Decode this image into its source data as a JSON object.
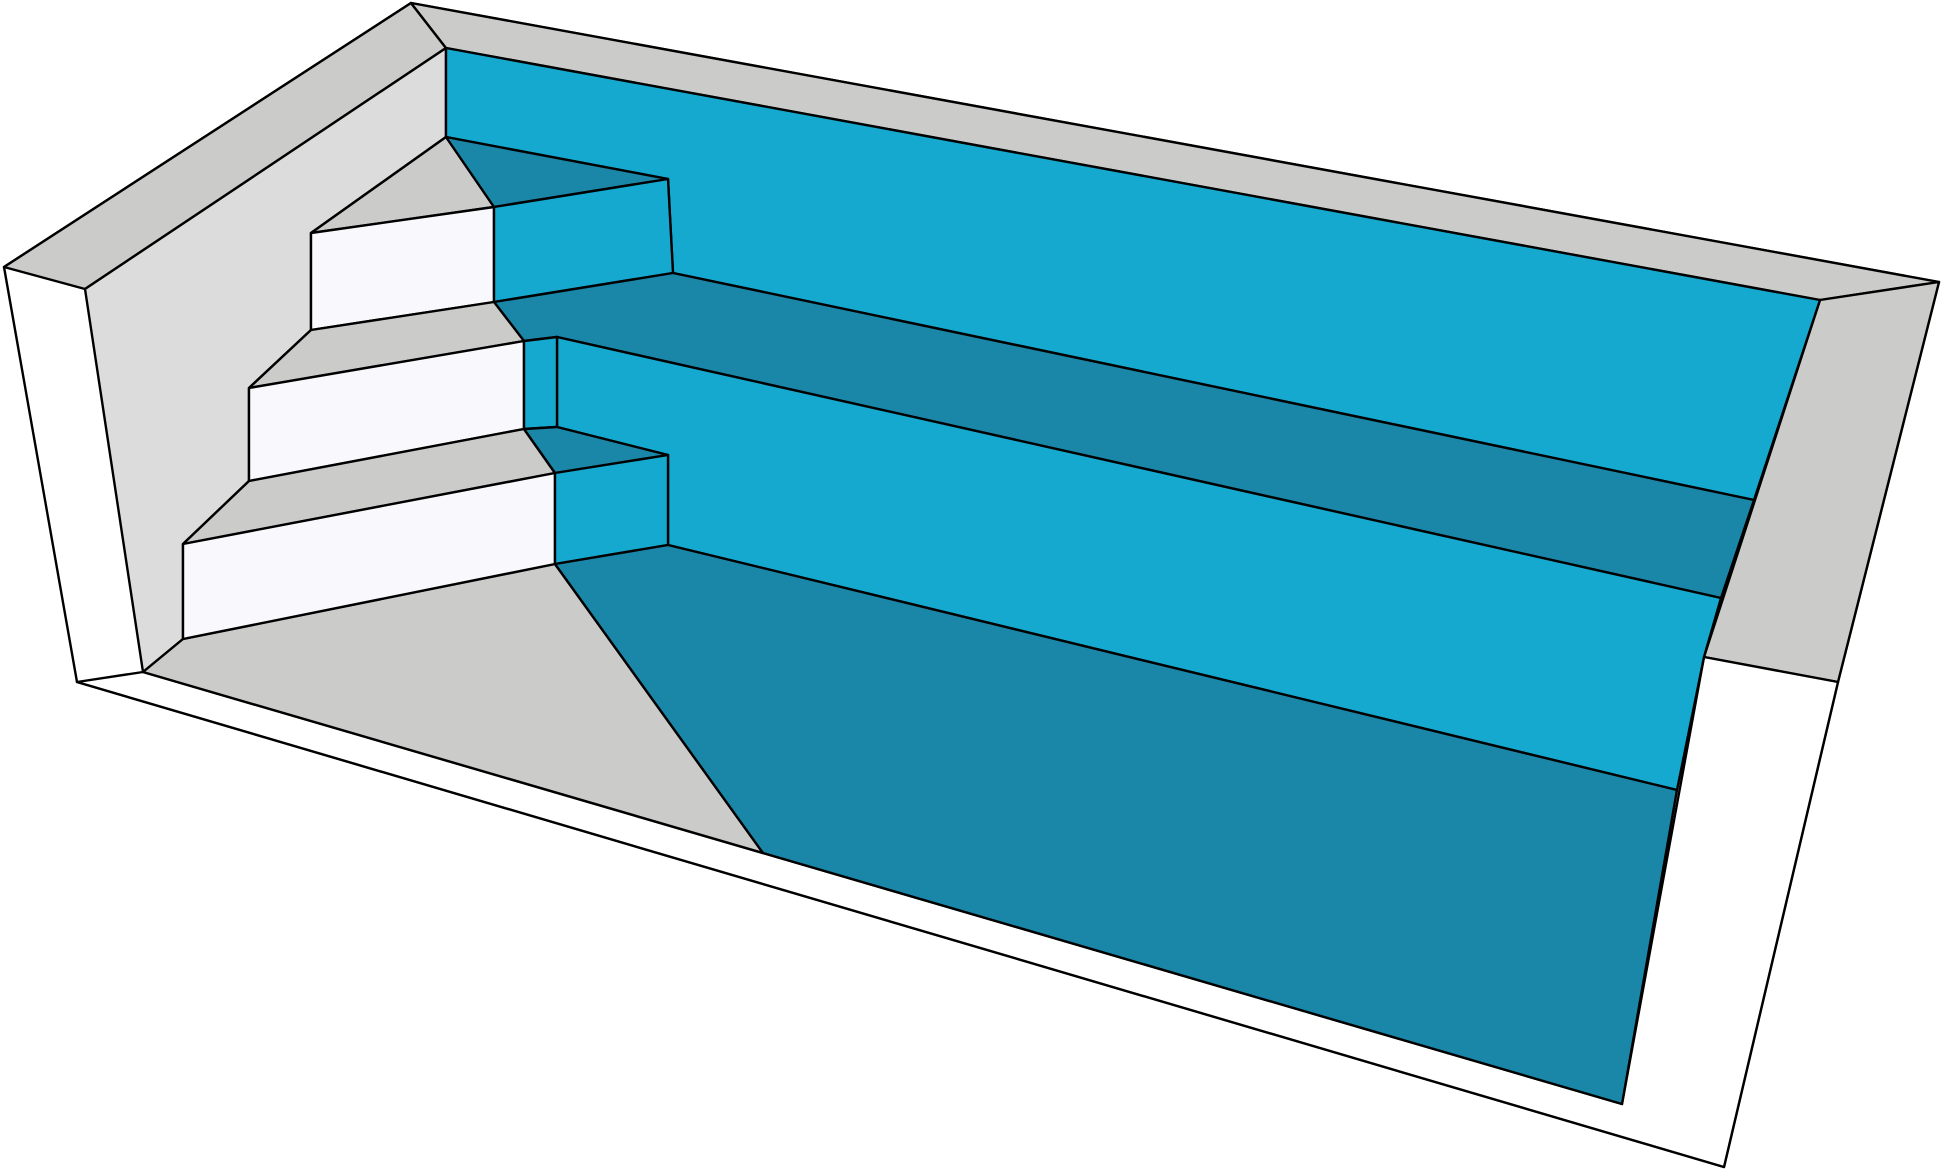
{
  "diagram": {
    "subject": "pool-with-corner-steps-and-bench",
    "colors": {
      "background": "#ffffff",
      "deck": "#cbcbca",
      "wall_light": "#dcdcdc",
      "step_riser": "#f9f9fd",
      "water_light": "#15a9cf",
      "water_dark": "#1a87a9",
      "outline": "#000000"
    },
    "parts": [
      "pool-shell-outer-face",
      "coping-deck",
      "left-inner-wall",
      "back-wall",
      "corner-step-1",
      "corner-step-2",
      "corner-step-3",
      "bench-ledge",
      "pool-floor"
    ]
  }
}
